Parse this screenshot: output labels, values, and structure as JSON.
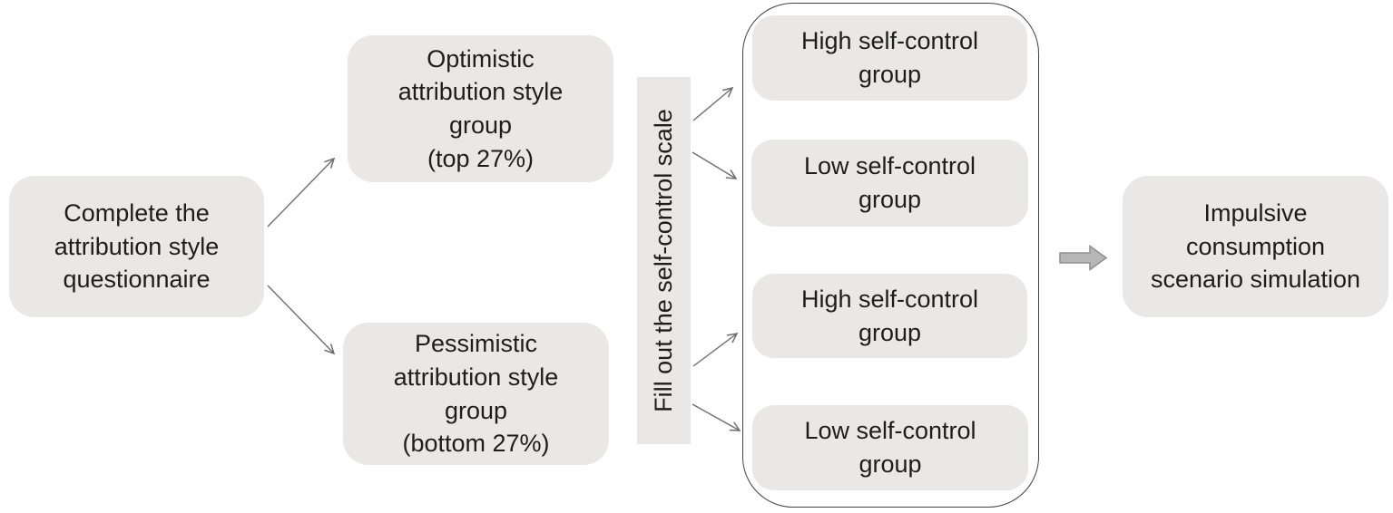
{
  "diagram": {
    "nodes": {
      "questionnaire": {
        "label": "Complete the\nattribution style\nquestionnaire"
      },
      "optimistic_group": {
        "label": "Optimistic\nattribution style\ngroup\n(top 27%)"
      },
      "pessimistic_group": {
        "label": "Pessimistic\nattribution style\ngroup\n(bottom 27%)"
      },
      "self_control_scale": {
        "label": "Fill out the self-control scale"
      },
      "high_group_1": {
        "label": "High self-control\ngroup"
      },
      "low_group_1": {
        "label": "Low self-control\ngroup"
      },
      "high_group_2": {
        "label": "High self-control\ngroup"
      },
      "low_group_2": {
        "label": "Low self-control\ngroup"
      },
      "simulation": {
        "label": "Impulsive\nconsumption\nscenario simulation"
      }
    },
    "edges": [
      {
        "from": "questionnaire",
        "to": "optimistic_group"
      },
      {
        "from": "questionnaire",
        "to": "pessimistic_group"
      },
      {
        "from": "self_control_scale",
        "to": "high_group_1"
      },
      {
        "from": "self_control_scale",
        "to": "low_group_1"
      },
      {
        "from": "self_control_scale",
        "to": "high_group_2"
      },
      {
        "from": "self_control_scale",
        "to": "low_group_2"
      },
      {
        "from": "self_control_groups_container",
        "to": "simulation"
      }
    ],
    "colors": {
      "node_fill": "#e9e8e7",
      "text": "#1d1d1d",
      "thin_arrow": "#6f6f6f",
      "container_border": "#434343",
      "block_arrow_fill": "#b7b7b7",
      "block_arrow_border": "#8f8f8f"
    }
  }
}
